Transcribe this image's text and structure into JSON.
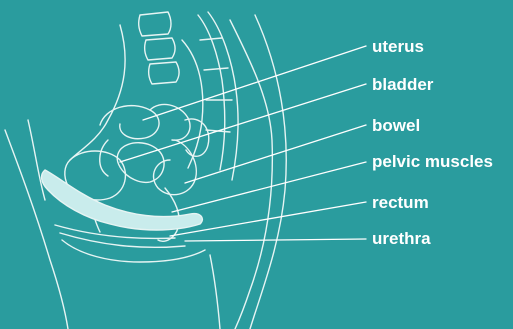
{
  "diagram": {
    "colors": {
      "background": "#2a9c9e",
      "line": "#e6f4f3",
      "muscle_fill": "#c9ecec",
      "label": "#ffffff"
    },
    "labels": [
      {
        "text": "uterus"
      },
      {
        "text": "bladder"
      },
      {
        "text": "bowel"
      },
      {
        "text": "pelvic muscles"
      },
      {
        "text": "rectum"
      },
      {
        "text": "urethra"
      }
    ]
  }
}
